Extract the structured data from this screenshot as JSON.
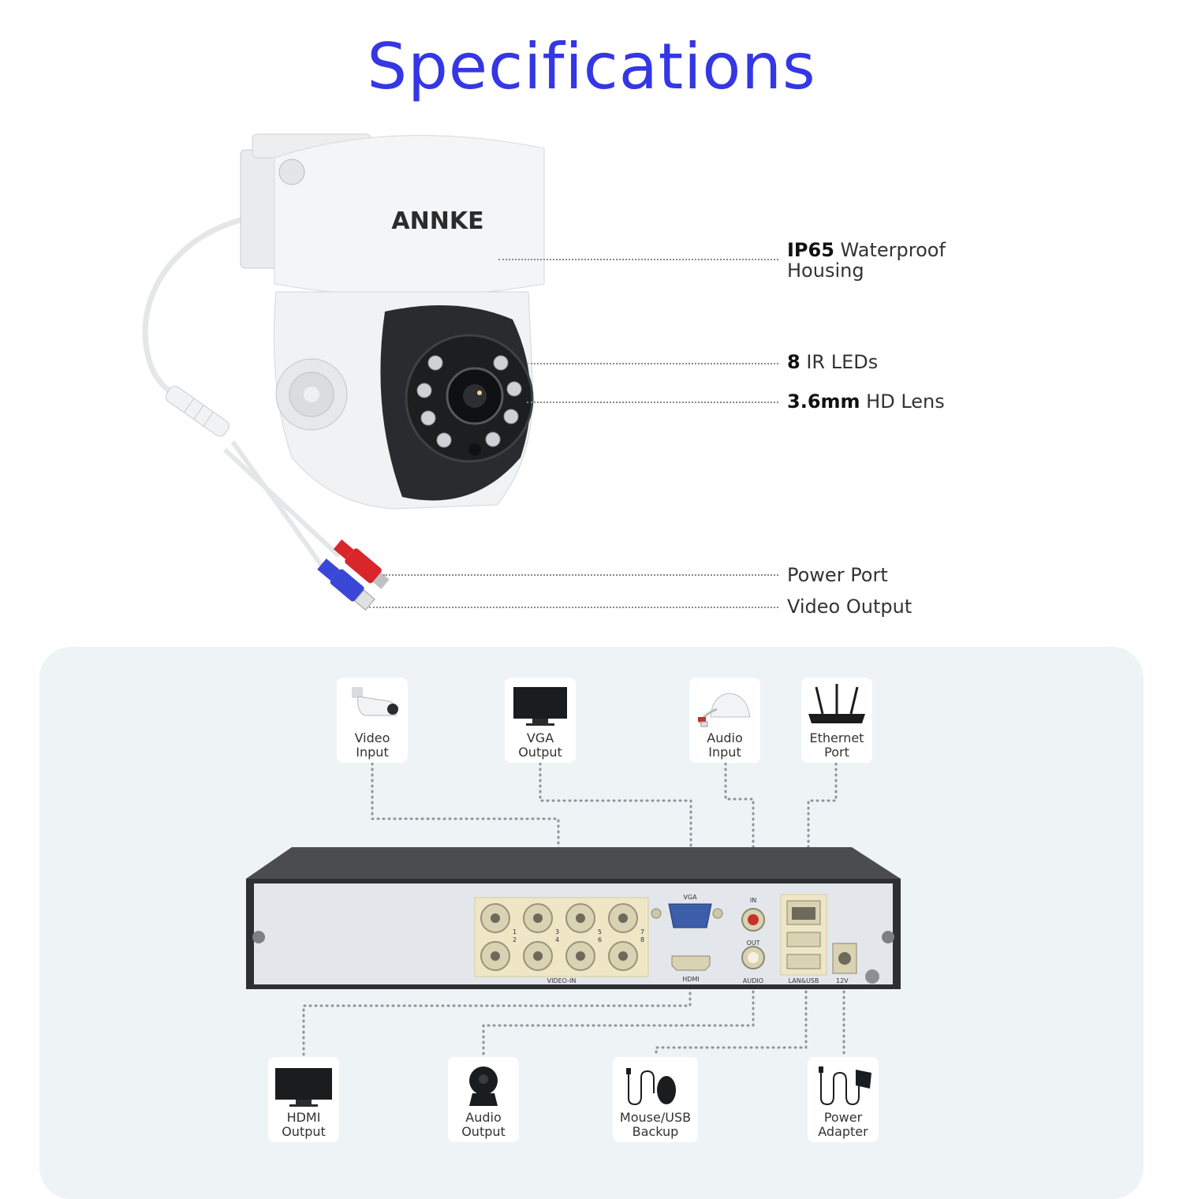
{
  "title": "Specifications",
  "camera": {
    "brand": "ANNKE",
    "callouts": [
      {
        "bold": "IP65",
        "text": " Waterproof",
        "text2": "Housing"
      },
      {
        "bold": "8",
        "text": " IR LEDs"
      },
      {
        "bold": "3.6mm",
        "text": " HD Lens"
      },
      {
        "text": "Power Port"
      },
      {
        "text": "Video Output"
      }
    ]
  },
  "dvr": {
    "port_labels": {
      "video_in": "VIDEO-IN",
      "vga": "VGA",
      "hdmi": "HDMI",
      "audio": "AUDIO",
      "audio_in": "IN",
      "audio_out": "OUT",
      "lan_usb": "LAN&USB",
      "power": "12V"
    },
    "channel_numbers": [
      "1",
      "2",
      "3",
      "4",
      "5",
      "6",
      "7",
      "8"
    ],
    "top_cards": [
      {
        "line1": "Video",
        "line2": "Input",
        "icon": "bullet-camera-icon"
      },
      {
        "line1": "VGA",
        "line2": "Output",
        "icon": "monitor-icon"
      },
      {
        "line1": "Audio",
        "line2": "Input",
        "icon": "microphone-icon"
      },
      {
        "line1": "Ethernet",
        "line2": "Port",
        "icon": "router-icon"
      }
    ],
    "bottom_cards": [
      {
        "line1": "HDMI",
        "line2": "Output",
        "icon": "monitor-icon"
      },
      {
        "line1": "Audio",
        "line2": "Output",
        "icon": "speaker-icon"
      },
      {
        "line1": "Mouse/USB",
        "line2": "Backup",
        "icon": "mouse-icon"
      },
      {
        "line1": "Power",
        "line2": "Adapter",
        "icon": "power-adapter-icon"
      }
    ]
  },
  "colors": {
    "title": "#3437e3",
    "panel": "#eef3f6",
    "power_plug": "#d8262b",
    "video_plug": "#3a46d6"
  }
}
